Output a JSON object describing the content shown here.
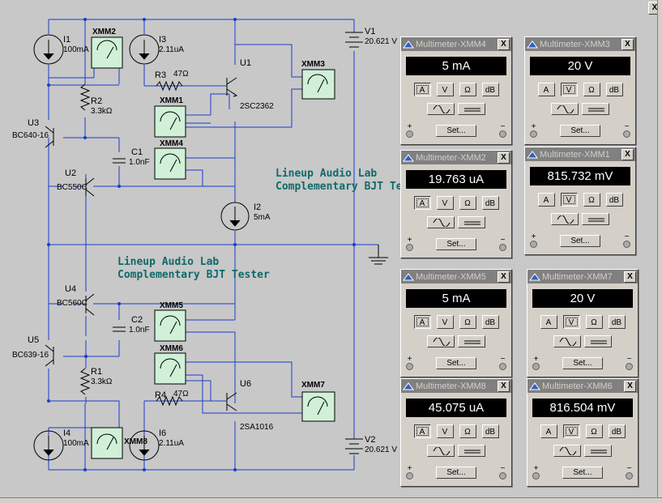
{
  "schematic": {
    "labels": {
      "i1_ref": "I1",
      "i1_val": "100mA",
      "xmm2": "XMM2",
      "i3_ref": "I3",
      "i3_val": "2.11uA",
      "v1_ref": "V1",
      "v1_val": "20.621 V",
      "u1_ref": "U1",
      "u1_part": "2SC2362",
      "r3_ref": "R3",
      "r3_val": "47Ω",
      "xmm3": "XMM3",
      "xmm1": "XMM1",
      "r2_ref": "R2",
      "r2_val": "3.3kΩ",
      "u3_ref": "U3",
      "u3_part": "BC640-16",
      "c1_ref": "C1",
      "c1_val": "1.0nF",
      "xmm4": "XMM4",
      "u2_ref": "U2",
      "u2_part": "BC550C",
      "i2_ref": "I2",
      "i2_val": "5mA",
      "u4_ref": "U4",
      "u4_part": "BC560C",
      "c2_ref": "C2",
      "c2_val": "1.0nF",
      "xmm5": "XMM5",
      "u5_ref": "U5",
      "u5_part": "BC639-16",
      "xmm6": "XMM6",
      "r1_ref": "R1",
      "r1_val": "3.3kΩ",
      "u6_ref": "U6",
      "u6_part": "2SA1016",
      "r4_ref": "R4",
      "r4_val": "47Ω",
      "xmm7": "XMM7",
      "i4_ref": "I4",
      "i4_val": "100mA",
      "xmm8": "XMM8",
      "i6_ref": "I6",
      "i6_val": "2.11uA",
      "v2_ref": "V2",
      "v2_val": "20.621 V"
    },
    "note_top_line1": "Lineup Audio Lab",
    "note_top_line2": "Complementary BJT Tester",
    "note_mid_line1": "Lineup Audio Lab",
    "note_mid_line2": "Complementary BJT Tester",
    "wire_color": "#1a3ccc"
  },
  "multimeters": [
    {
      "title": "Multimeter-XMM4",
      "reading": "5 mA",
      "mode": "A"
    },
    {
      "title": "Multimeter-XMM3",
      "reading": "20 V",
      "mode": "V"
    },
    {
      "title": "Multimeter-XMM2",
      "reading": "19.763 uA",
      "mode": "A"
    },
    {
      "title": "Multimeter-XMM1",
      "reading": "815.732 mV",
      "mode": "V"
    },
    {
      "title": "Multimeter-XMM5",
      "reading": "5 mA",
      "mode": "A"
    },
    {
      "title": "Multimeter-XMM7",
      "reading": "20 V",
      "mode": "V"
    },
    {
      "title": "Multimeter-XMM8",
      "reading": "45.075 uA",
      "mode": "A"
    },
    {
      "title": "Multimeter-XMM6",
      "reading": "816.504 mV",
      "mode": "V"
    }
  ],
  "multimeter_ui": {
    "btn_a": "A",
    "btn_v": "V",
    "btn_ohm": "Ω",
    "btn_db": "dB",
    "set_label": "Set...",
    "plus": "+",
    "minus": "−",
    "close": "X"
  },
  "window_close": "X"
}
